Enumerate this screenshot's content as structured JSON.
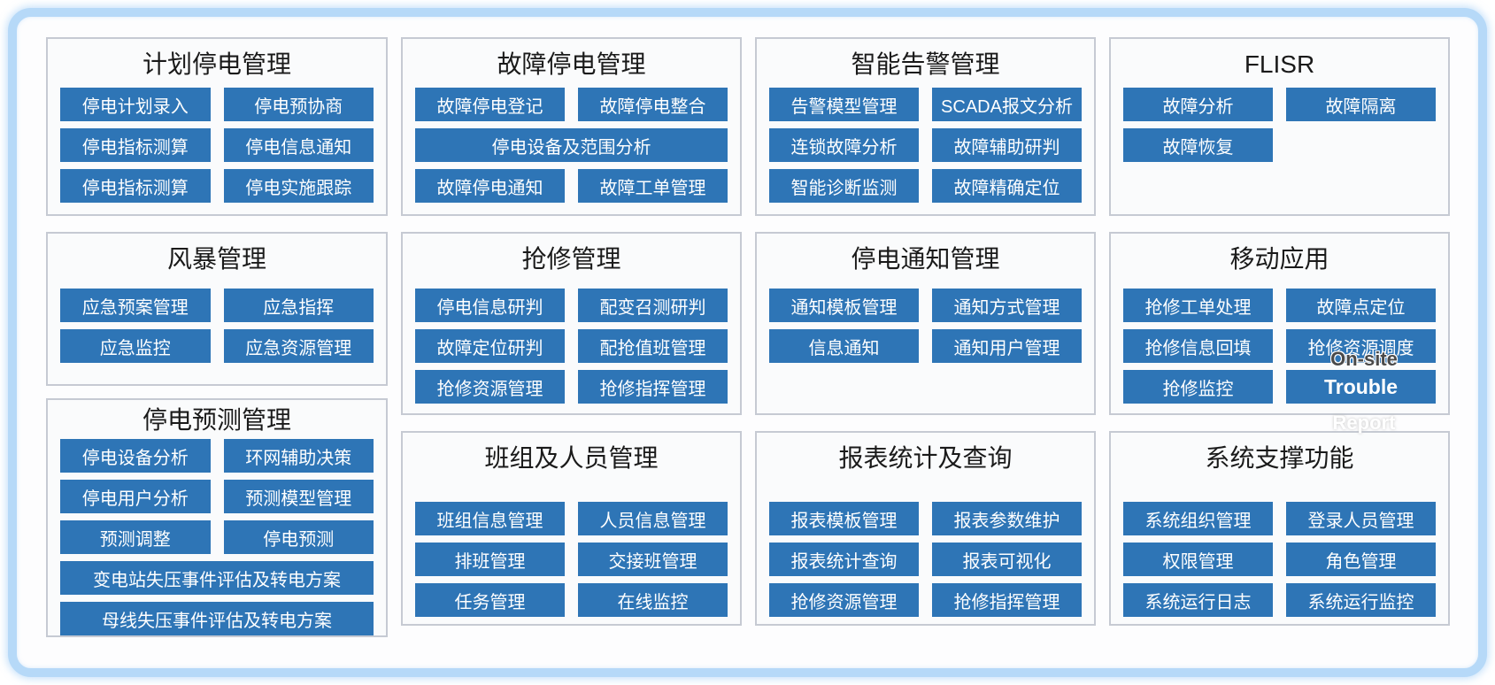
{
  "colors": {
    "button_bg": "#2e75b6",
    "button_text": "#ffffff",
    "panel_border": "#c6cad3",
    "panel_bg": "#fafbfc",
    "frame_border": "#b6d9f8",
    "title_text": "#1a1a1a"
  },
  "panels": [
    {
      "id": "planned-outage",
      "title": "计划停电管理",
      "buttons": [
        {
          "label": "停电计划录入"
        },
        {
          "label": "停电预协商"
        },
        {
          "label": "停电指标测算"
        },
        {
          "label": "停电信息通知"
        },
        {
          "label": "停电指标测算"
        },
        {
          "label": "停电实施跟踪"
        }
      ]
    },
    {
      "id": "fault-outage",
      "title": "故障停电管理",
      "buttons": [
        {
          "label": "故障停电登记"
        },
        {
          "label": "故障停电整合"
        },
        {
          "label": "停电设备及范围分析",
          "wide": true
        },
        {
          "label": "故障停电通知"
        },
        {
          "label": "故障工单管理"
        }
      ]
    },
    {
      "id": "smart-alarm",
      "title": "智能告警管理",
      "buttons": [
        {
          "label": "告警模型管理"
        },
        {
          "label": "SCADA报文分析"
        },
        {
          "label": "连锁故障分析"
        },
        {
          "label": "故障辅助研判"
        },
        {
          "label": "智能诊断监测"
        },
        {
          "label": "故障精确定位"
        }
      ]
    },
    {
      "id": "flisr",
      "title": "FLISR",
      "buttons": [
        {
          "label": "故障分析"
        },
        {
          "label": "故障隔离"
        },
        {
          "label": "故障恢复"
        }
      ]
    },
    {
      "id": "storm",
      "title": "风暴管理",
      "buttons": [
        {
          "label": "应急预案管理"
        },
        {
          "label": "应急指挥"
        },
        {
          "label": "应急监控"
        },
        {
          "label": "应急资源管理"
        }
      ]
    },
    {
      "id": "repair",
      "title": "抢修管理",
      "buttons": [
        {
          "label": "停电信息研判"
        },
        {
          "label": "配变召测研判"
        },
        {
          "label": "故障定位研判"
        },
        {
          "label": "配抢值班管理"
        },
        {
          "label": "抢修资源管理"
        },
        {
          "label": "抢修指挥管理"
        }
      ]
    },
    {
      "id": "outage-notice",
      "title": "停电通知管理",
      "buttons": [
        {
          "label": "通知模板管理"
        },
        {
          "label": "通知方式管理"
        },
        {
          "label": "信息通知"
        },
        {
          "label": "通知用户管理"
        }
      ]
    },
    {
      "id": "mobile-app",
      "title": "移动应用",
      "buttons": [
        {
          "label": "抢修工单处理"
        },
        {
          "label": "故障点定位"
        },
        {
          "label": "抢修信息回填"
        },
        {
          "label": "抢修资源调度"
        },
        {
          "label": "抢修监控"
        },
        {
          "label": "Trouble",
          "english": true
        }
      ]
    },
    {
      "id": "outage-forecast",
      "title": "停电预测管理",
      "buttons": [
        {
          "label": "停电设备分析"
        },
        {
          "label": "环网辅助决策"
        },
        {
          "label": "停电用户分析"
        },
        {
          "label": "预测模型管理"
        },
        {
          "label": "预测调整"
        },
        {
          "label": "停电预测"
        },
        {
          "label": "变电站失压事件评估及转电方案",
          "wide": true
        },
        {
          "label": "母线失压事件评估及转电方案",
          "wide": true
        }
      ]
    },
    {
      "id": "team-personnel",
      "title": "班组及人员管理",
      "buttons": [
        {
          "label": "班组信息管理"
        },
        {
          "label": "人员信息管理"
        },
        {
          "label": "排班管理"
        },
        {
          "label": "交接班管理"
        },
        {
          "label": "任务管理"
        },
        {
          "label": "在线监控"
        }
      ]
    },
    {
      "id": "report-stats",
      "title": "报表统计及查询",
      "buttons": [
        {
          "label": "报表模板管理"
        },
        {
          "label": "报表参数维护"
        },
        {
          "label": "报表统计查询"
        },
        {
          "label": "报表可视化"
        },
        {
          "label": "抢修资源管理"
        },
        {
          "label": "抢修指挥管理"
        }
      ]
    },
    {
      "id": "system-support",
      "title": "系统支撑功能",
      "buttons": [
        {
          "label": "系统组织管理"
        },
        {
          "label": "登录人员管理"
        },
        {
          "label": "权限管理"
        },
        {
          "label": "角色管理"
        },
        {
          "label": "系统运行日志"
        },
        {
          "label": "系统运行监控"
        }
      ]
    }
  ],
  "overlay_texts": [
    {
      "text": "On-site"
    },
    {
      "text": "Report"
    }
  ]
}
